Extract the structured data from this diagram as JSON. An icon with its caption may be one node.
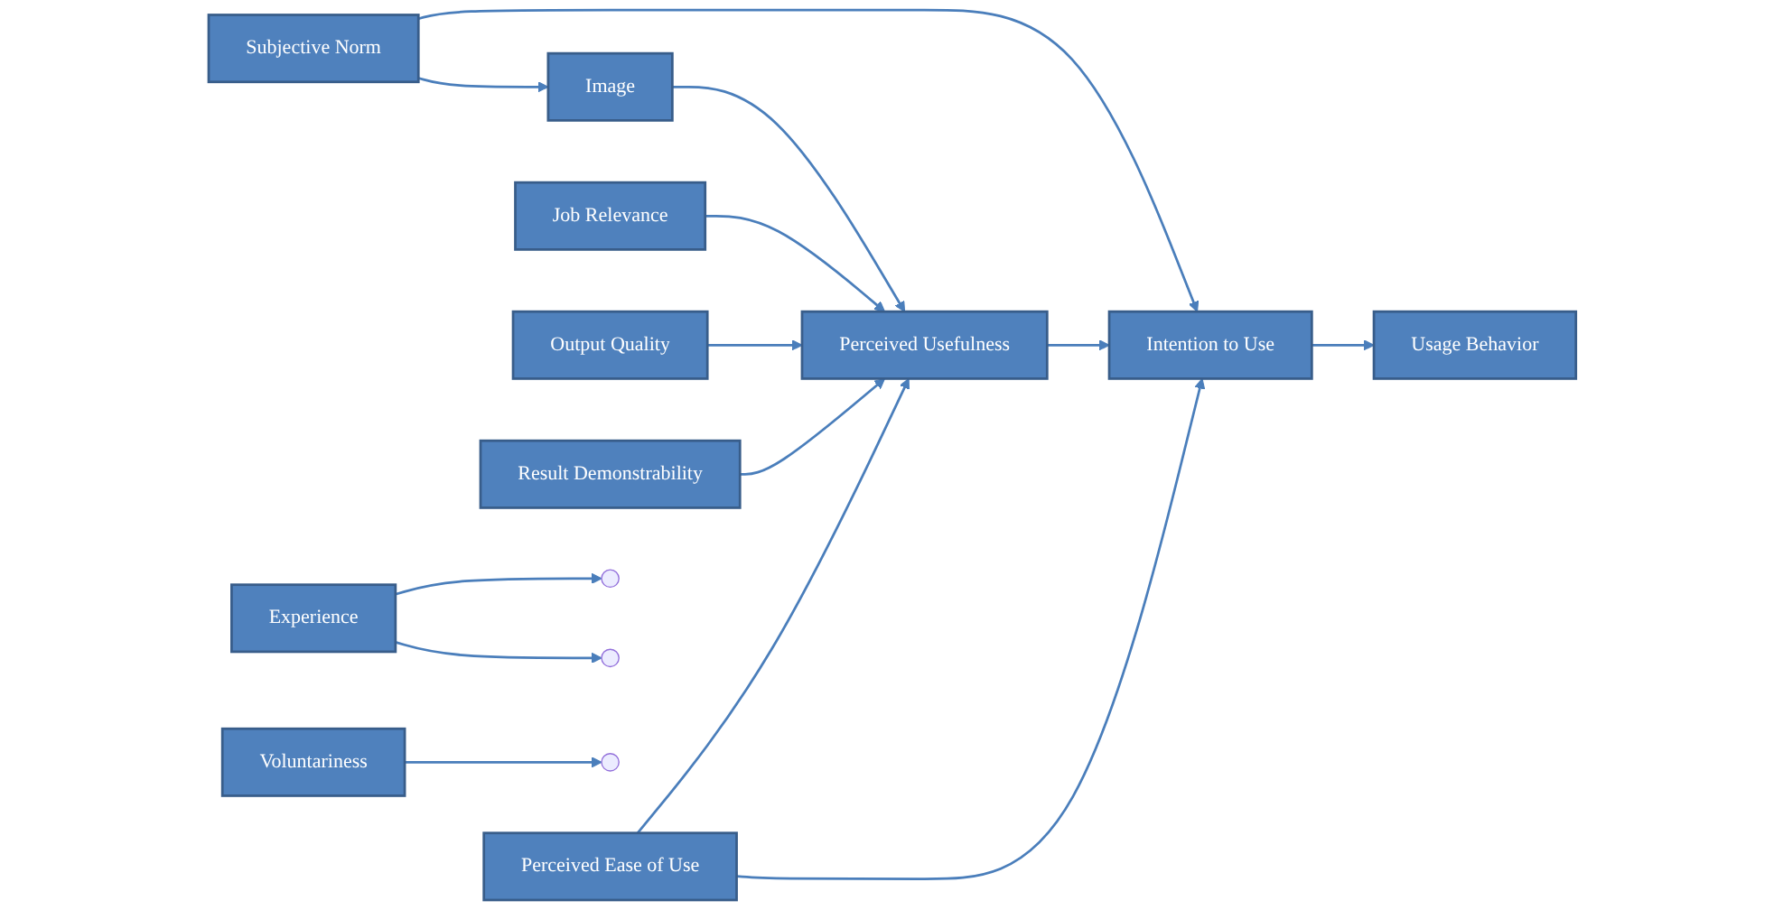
{
  "diagram": {
    "nodes": [
      {
        "text": [
          "Experience"
        ]
      },
      {
        "text": [
          "Voluntariness"
        ]
      },
      {
        "text": [
          "Subjective Norm"
        ]
      },
      {
        "text": [
          "Image"
        ]
      },
      {
        "text": [
          "Perceived Usefulness"
        ]
      },
      {
        "text": [
          "Job Relevance"
        ]
      },
      {
        "text": [
          "Output Quality"
        ]
      },
      {
        "text": [
          "Perceived Ease of Use"
        ]
      },
      {
        "text": [
          "Intention to Use"
        ]
      },
      {
        "text": [
          "Usage Behavior"
        ]
      },
      {
        "text": [
          "Result Demonstrability"
        ]
      }
    ],
    "edges": [
      {
        "from": 0,
        "to": null,
        "arrow": "to"
      },
      {
        "from": 0,
        "to": null,
        "arrow": "to"
      },
      {
        "from": 1,
        "to": null,
        "arrow": "to"
      },
      {
        "from": 2,
        "to": 8,
        "arrow": "to"
      },
      {
        "from": 2,
        "to": 3,
        "arrow": "to"
      },
      {
        "from": 3,
        "to": 4,
        "arrow": "to"
      },
      {
        "from": 5,
        "to": 4,
        "arrow": "to"
      },
      {
        "from": 6,
        "to": 4,
        "arrow": "to"
      },
      {
        "from": 10,
        "to": 4,
        "arrow": "to"
      },
      {
        "from": 4,
        "to": 8,
        "arrow": "to"
      },
      {
        "from": 7,
        "to": 4,
        "arrow": "to"
      },
      {
        "from": 7,
        "to": 8,
        "arrow": "to"
      },
      {
        "from": 8,
        "to": 9,
        "arrow": "to"
      }
    ]
  }
}
